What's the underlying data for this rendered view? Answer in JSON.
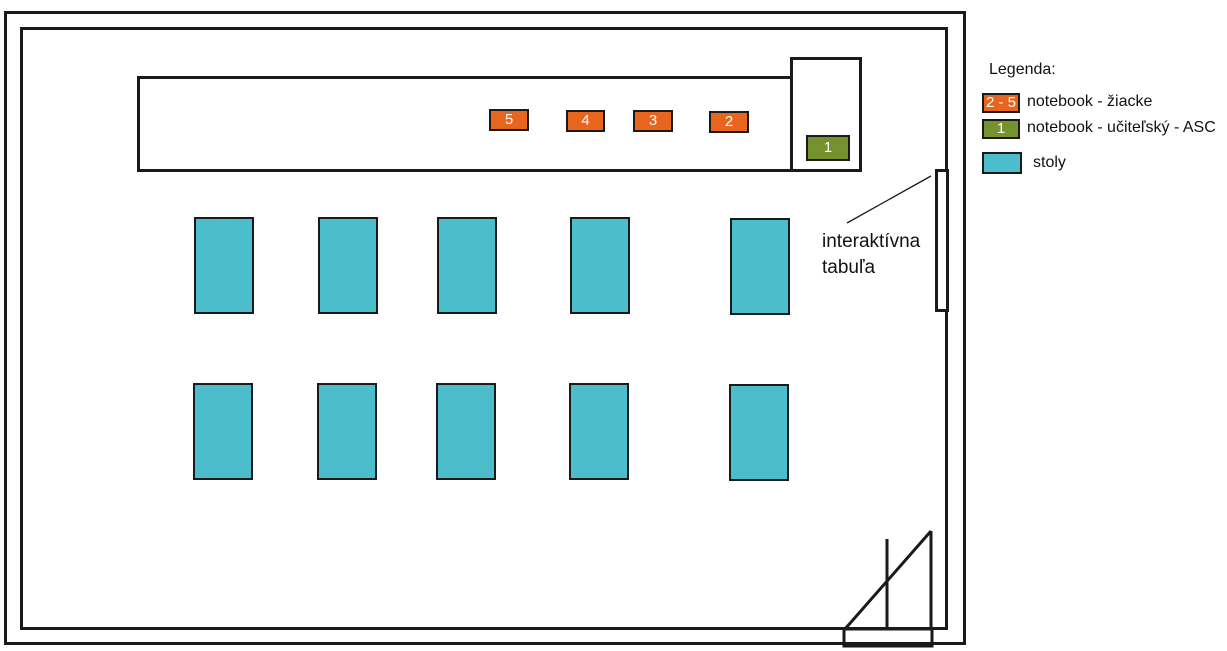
{
  "floorplan": {
    "student_notebooks": [
      "5",
      "4",
      "3",
      "2"
    ],
    "teacher_notebook": "1",
    "board_label_line1": "interaktívna",
    "board_label_line2": "tabuľa"
  },
  "legend": {
    "title": "Legenda:",
    "items": [
      {
        "swatch_text": "2 - 5",
        "label": "notebook - žiacke",
        "color": "#e8651e"
      },
      {
        "swatch_text": "1",
        "label": "notebook - učiteľský - ASC",
        "color": "#76922f"
      },
      {
        "swatch_text": "",
        "label": "stoly",
        "color": "#4bbdcb"
      }
    ]
  },
  "colors": {
    "walls": "#1a1a1a",
    "student_notebook": "#e8651e",
    "teacher_notebook": "#76922f",
    "desk": "#4bbdcb"
  }
}
